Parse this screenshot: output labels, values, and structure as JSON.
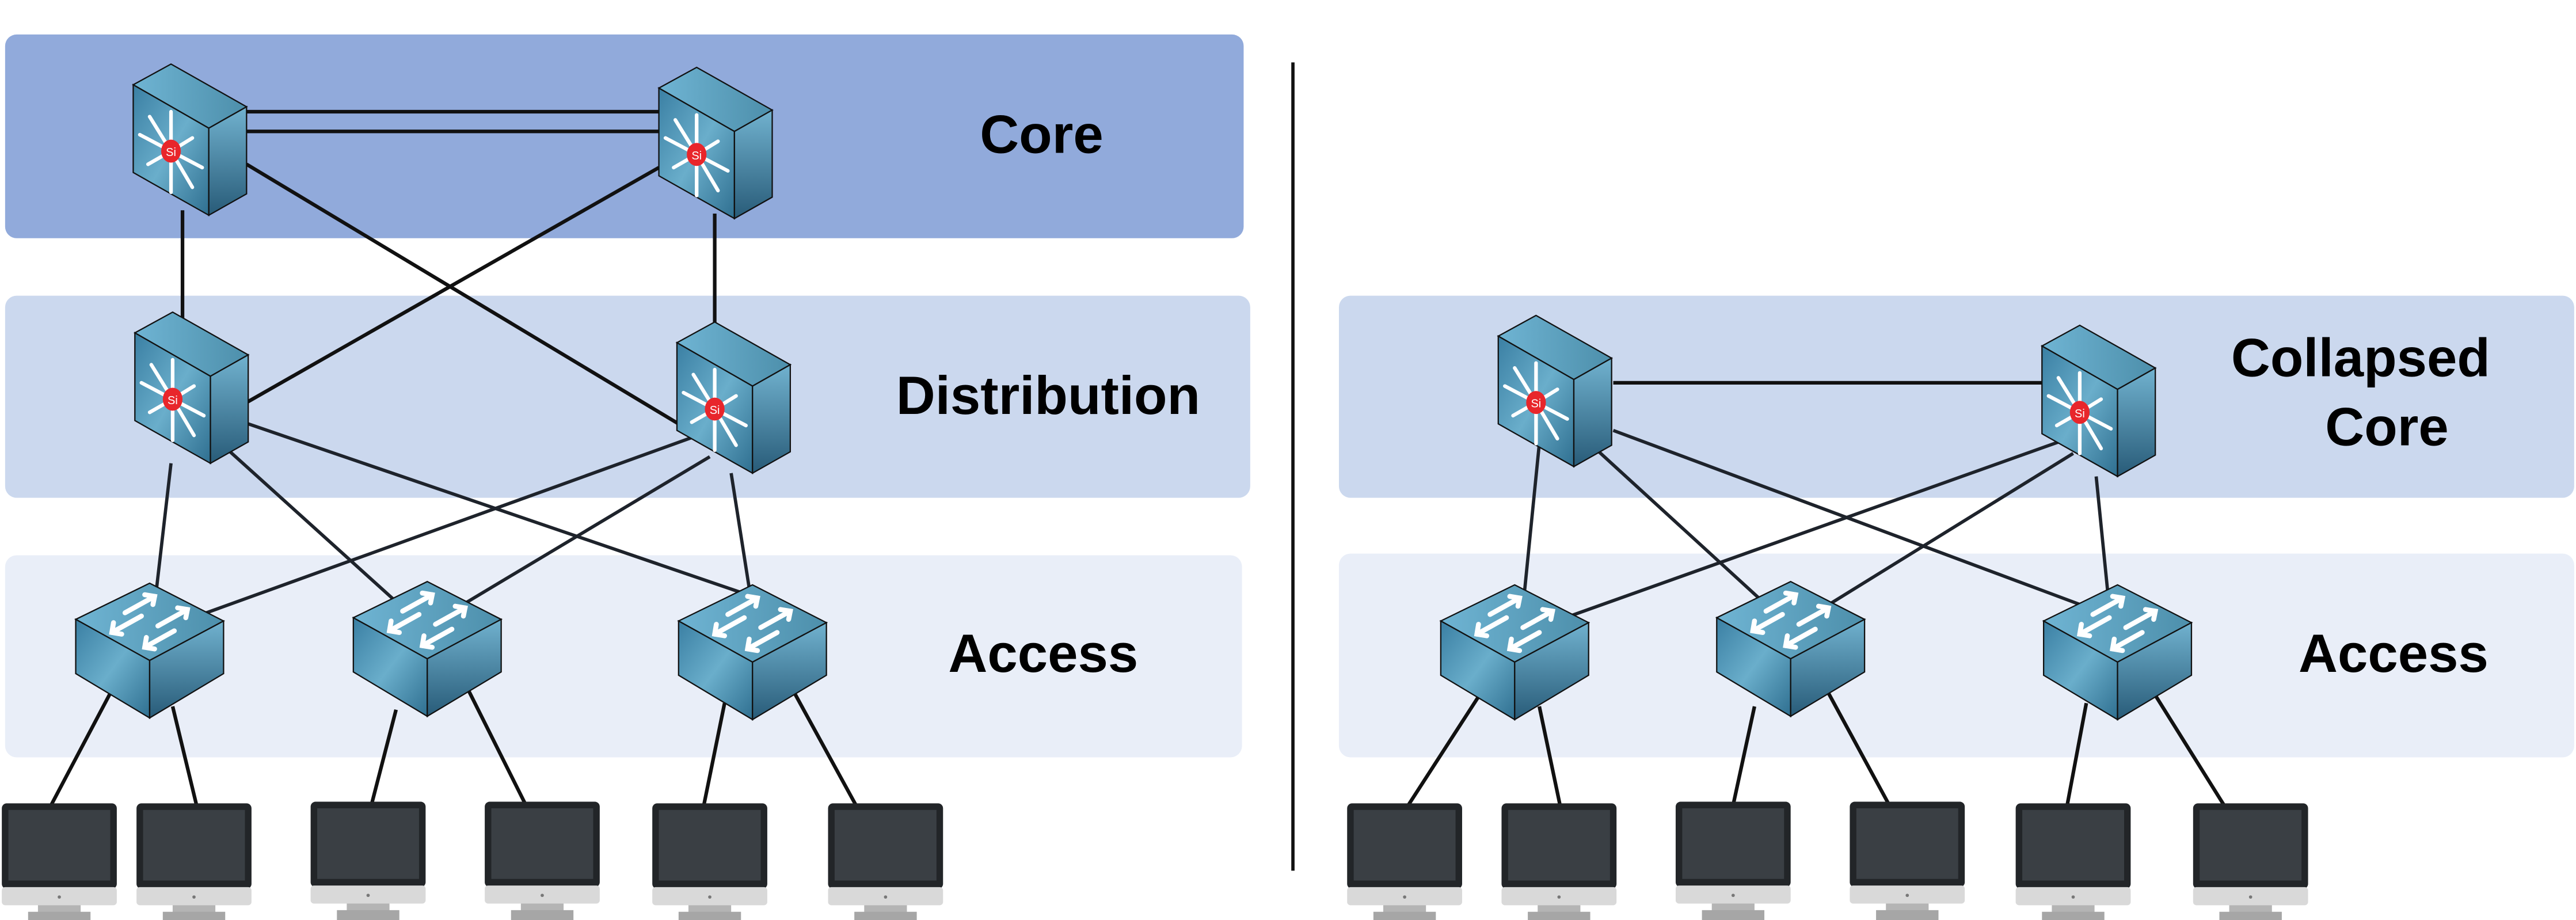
{
  "left_diagram": {
    "layers": [
      {
        "label": "Core",
        "color": "#91aadb"
      },
      {
        "label": "Distribution",
        "color": "#cbd8ee"
      },
      {
        "label": "Access",
        "color": "#e9eef8"
      }
    ],
    "devices": {
      "multilayer_switches": 4,
      "access_switches": 3,
      "computers": 6
    }
  },
  "right_diagram": {
    "layers": [
      {
        "label_line1": "Collapsed",
        "label_line2": "Core",
        "color": "#cbd8ee"
      },
      {
        "label": "Access",
        "color": "#e9eef8"
      }
    ],
    "devices": {
      "multilayer_switches": 2,
      "access_switches": 3,
      "computers": 6
    }
  },
  "icons": {
    "multilayer_switch": "multilayer-switch-icon",
    "multilayer_switch_badge": "Si",
    "access_switch": "switch-icon",
    "computer": "monitor-icon"
  },
  "colors": {
    "device_blue": "#3f86a8",
    "badge_red": "#e8262b"
  }
}
